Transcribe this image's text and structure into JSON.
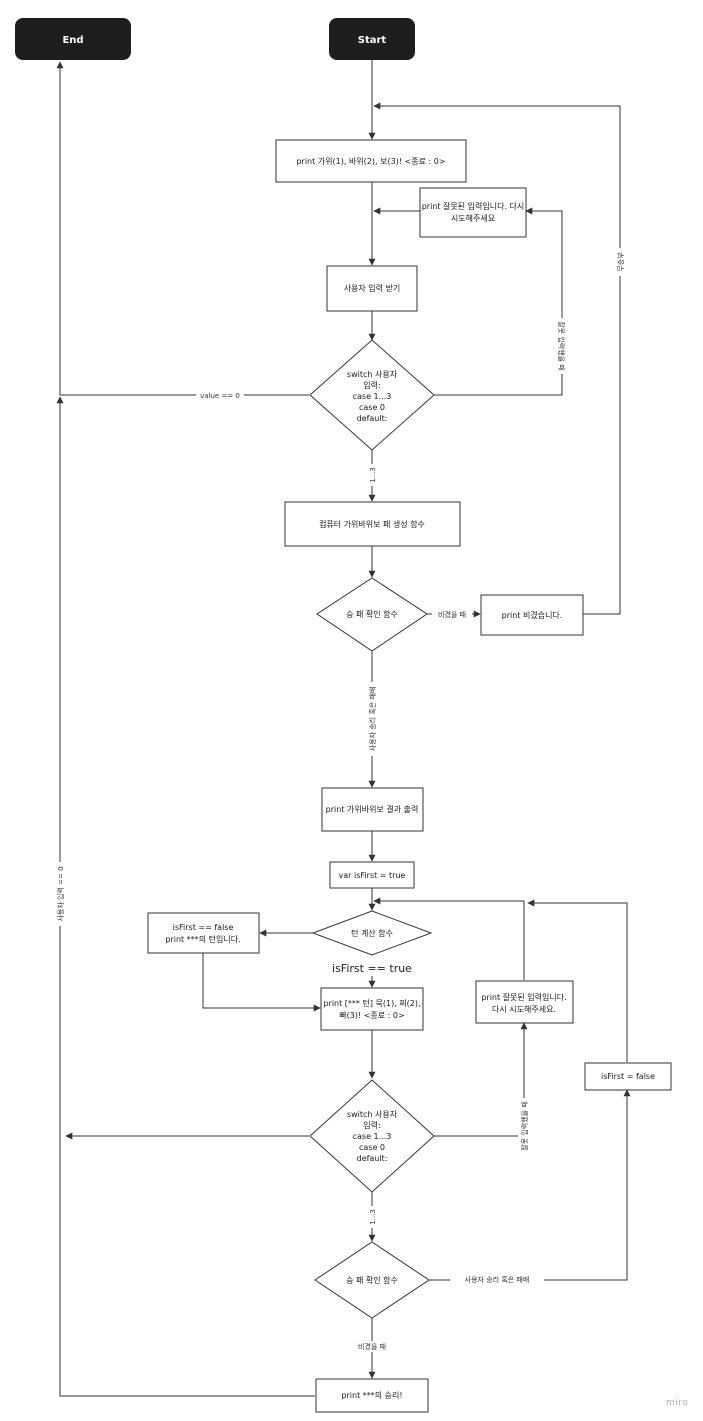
{
  "terminals": {
    "end": "End",
    "start": "Start"
  },
  "nodes": {
    "prompt": "print 가위(1), 바위(2), 보(3)! <종료 : 0>",
    "invalid1_l1": "print 잘못된 입력입니다. 다시",
    "invalid1_l2": "시도해주세요",
    "input": "사용자 입력 받기",
    "switch1": [
      "switch 사용자",
      "입력:",
      "case 1...3",
      "case 0",
      "default:"
    ],
    "computer": "컴퓨터 가위바위보 패 생성 함수",
    "judge1": "승 패 확인 함수",
    "draw1": "print 비겼습니다.",
    "result": "print 가위바위보 결과 출력",
    "varfirst": "var isFirst = true",
    "turncalc": "턴 계산 함수",
    "notfirst_l1": "isFirst == false",
    "notfirst_l2": "print ***의 턴입니다.",
    "mjb_l1": "print [*** 턴] 묵(1), 찌(2),",
    "mjb_l2": "빠(3)! <종료 : 0>",
    "invalid2_l1": "print 잘못된 입력입니다.",
    "invalid2_l2": "다시 시도해주세요.",
    "switch2": [
      "switch 사용자",
      "입력:",
      "case 1...3",
      "case 0",
      "default:"
    ],
    "setfalse": "isFirst = false",
    "judge2": "승 패 확인 함수",
    "win": "print ***의 승리!"
  },
  "labels": {
    "value_zero": "value == 0",
    "invalid_when1": "잘못 입력했을 때",
    "draw_branch": "무승부",
    "range1": "1...3",
    "draw_when1": "비겼을 때",
    "user_win_lose1": "사용자 승리 혹은 패배",
    "user_input_zero": "사용자 입력 == 0",
    "isfirst_true": "isFirst == true",
    "invalid_when2": "잘못 입력했을 때",
    "range2": "1...3",
    "user_win_lose2": "사용자 승리 혹은 패배",
    "draw_when2": "비겼을 때"
  },
  "watermark": "miro"
}
